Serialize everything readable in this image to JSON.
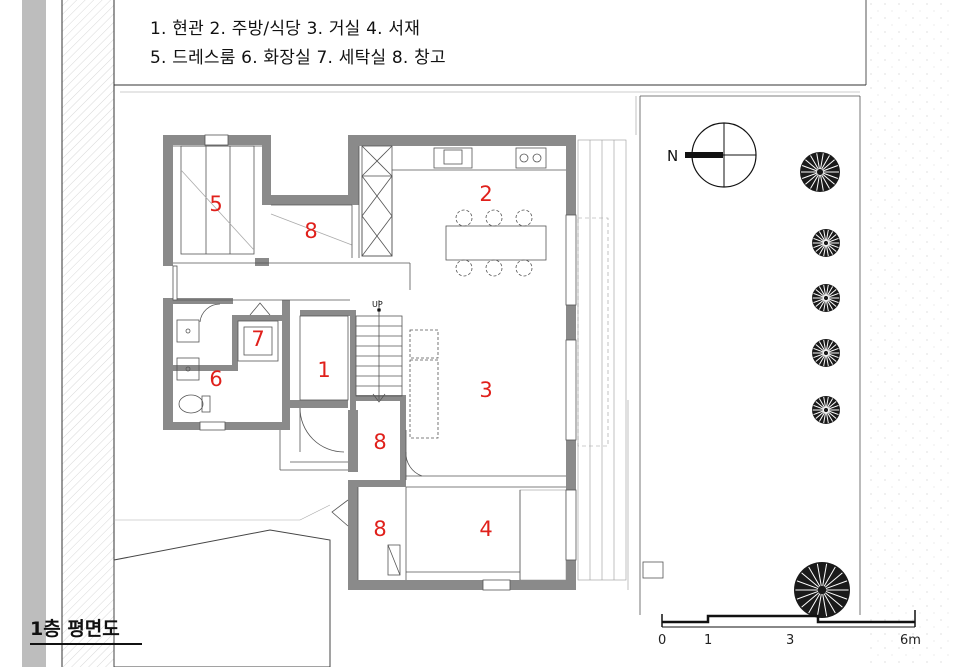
{
  "legend": {
    "line1": "1. 현관  2. 주방/식당  3. 거실  4. 서재",
    "line2": "5. 드레스룸  6. 화장실  7. 세탁실  8. 창고"
  },
  "rooms": [
    {
      "id": "r1",
      "label": "1"
    },
    {
      "id": "r2",
      "label": "2"
    },
    {
      "id": "r3",
      "label": "3"
    },
    {
      "id": "r4",
      "label": "4"
    },
    {
      "id": "r5",
      "label": "5"
    },
    {
      "id": "r6",
      "label": "6"
    },
    {
      "id": "r7",
      "label": "7"
    },
    {
      "id": "r8a",
      "label": "8"
    },
    {
      "id": "r8b",
      "label": "8"
    },
    {
      "id": "r8c",
      "label": "8"
    }
  ],
  "stair_label": "UP",
  "north_label": "N",
  "plan_title": "1층 평면도",
  "scale_bar": {
    "ticks": [
      "0",
      "1",
      "3",
      "6m"
    ]
  },
  "colors": {
    "wall": "#8a8a8a",
    "room_label": "#e0201b",
    "ink": "#111111",
    "border_strip": "#bdbdbd"
  }
}
